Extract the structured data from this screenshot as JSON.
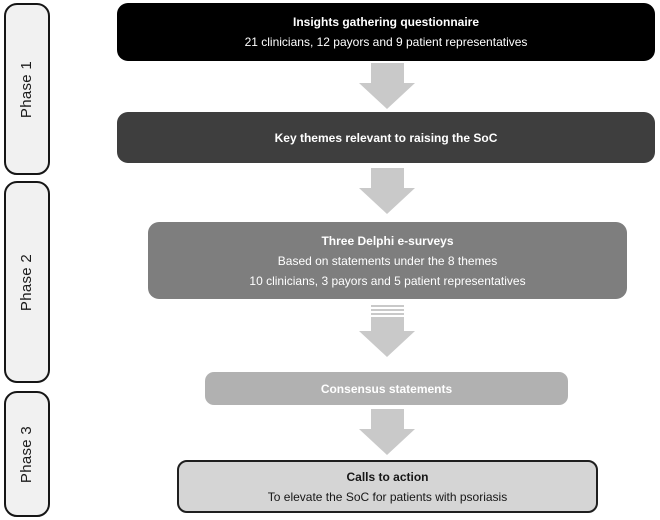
{
  "diagram": {
    "phases": [
      {
        "label": "Phase 1"
      },
      {
        "label": "Phase 2"
      },
      {
        "label": "Phase 3"
      }
    ],
    "boxes": [
      {
        "id": "insights-gathering",
        "title": "Insights gathering questionnaire",
        "lines": [
          "21 clinicians, 12 payors and 9 patient representatives"
        ],
        "bg": "#000000",
        "text_color": "#ffffff"
      },
      {
        "id": "key-themes",
        "title": "Key themes relevant to raising the SoC",
        "lines": [],
        "bg": "#3e3e3e",
        "text_color": "#ffffff"
      },
      {
        "id": "delphi-surveys",
        "title": "Three Delphi e-surveys",
        "lines": [
          "Based on statements under the 8 themes",
          "10 clinicians, 3 payors and 5 patient representatives"
        ],
        "bg": "#7e7e7e",
        "text_color": "#ffffff"
      },
      {
        "id": "consensus",
        "title": "Consensus statements",
        "lines": [],
        "bg": "#b1b1b1",
        "text_color": "#ffffff"
      },
      {
        "id": "calls-to-action",
        "title": "Calls to action",
        "lines": [
          "To elevate the SoC for patients with psoriasis"
        ],
        "bg": "#d5d5d5",
        "text_color": "#161616"
      }
    ],
    "colors": {
      "arrow": "#c9c9c9",
      "phase_fill": "#f1f1f1",
      "phase_border": "#161616"
    }
  }
}
